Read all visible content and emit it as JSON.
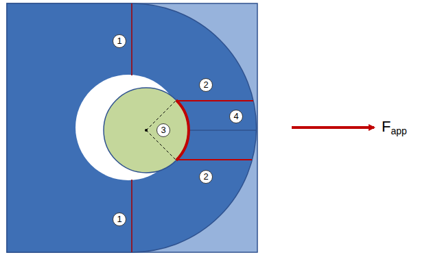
{
  "diagram": {
    "labels": [
      "1",
      "2",
      "3",
      "4",
      "2",
      "1",
      "F",
      "app"
    ]
  }
}
